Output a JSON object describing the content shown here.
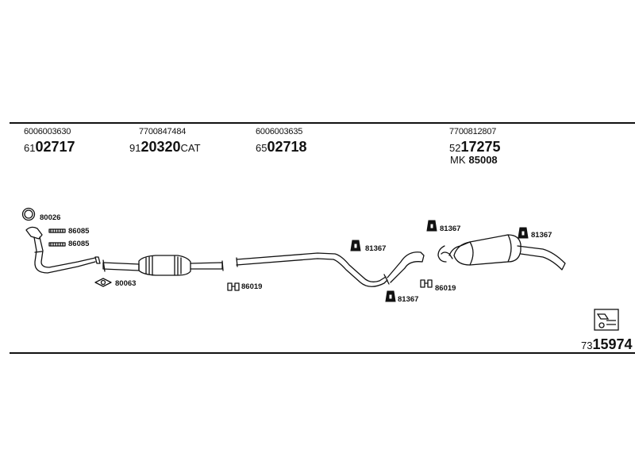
{
  "parts_top": [
    {
      "ref": "6006003630",
      "code_prefix": "61",
      "code_main": "02717"
    },
    {
      "ref": "7700847484",
      "code_prefix": "91",
      "code_main": "20320",
      "code_suffix": "CAT"
    },
    {
      "ref": "6006003635",
      "code_prefix": "65",
      "code_main": "02718"
    },
    {
      "ref": "7700812807",
      "code_prefix": "52",
      "code_main": "17275",
      "kit_prefix": "MK",
      "kit_main": "85008"
    }
  ],
  "callouts": {
    "ring": "80026",
    "clamp_a": "86085",
    "clamp_b": "86085",
    "gasket": "80063",
    "hanger_front": "86019",
    "mount_mid": "81367",
    "mount_low": "81367",
    "hanger_rear": "86019",
    "mount_top": "81367",
    "mount_rear": "81367"
  },
  "catalog": {
    "prefix": "73",
    "main": "15974"
  },
  "colors": {
    "ink": "#111111",
    "background": "#ffffff"
  }
}
